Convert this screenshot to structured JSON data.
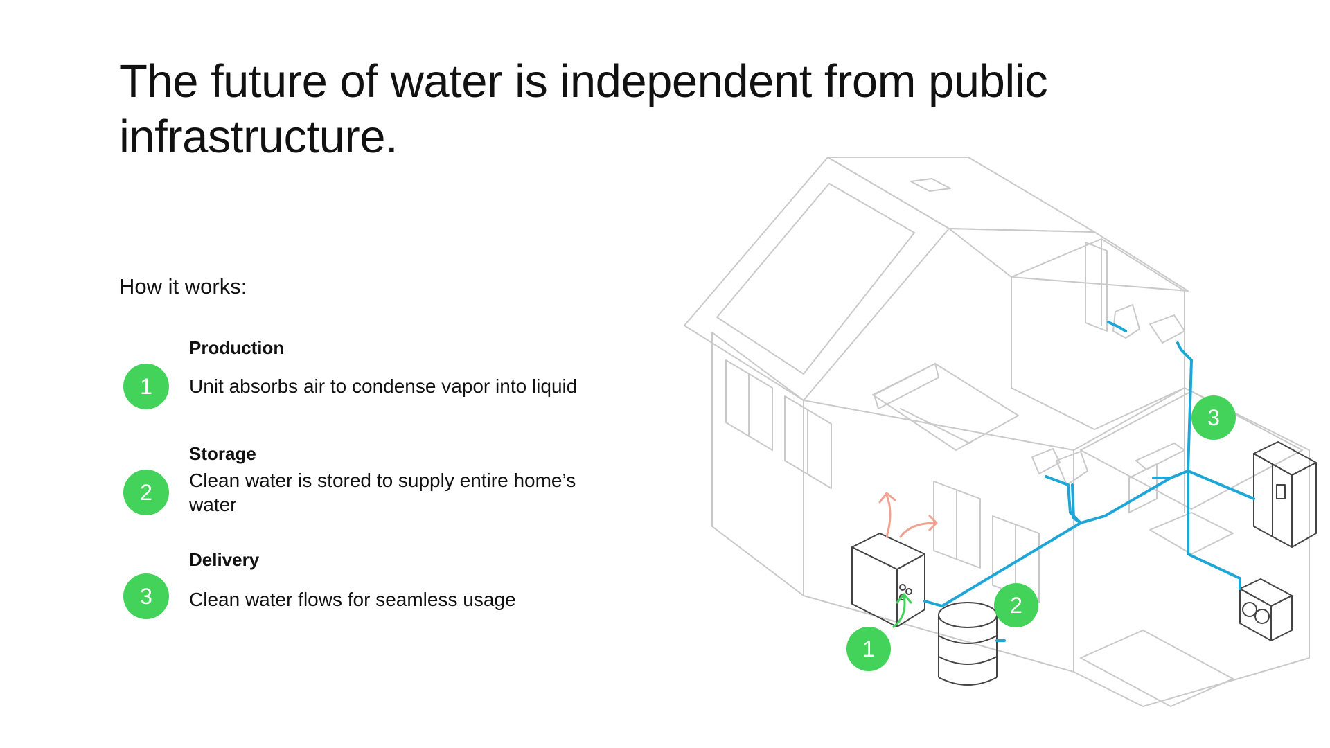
{
  "title": "The future of water is independent from public infrastructure.",
  "how_it_works_label": "How it works:",
  "steps": [
    {
      "number": "1",
      "heading": "Production",
      "text": "Unit absorbs air to condense vapor into liquid"
    },
    {
      "number": "2",
      "heading": "Storage",
      "text": "Clean water is stored to supply entire home’s water"
    },
    {
      "number": "3",
      "heading": "Delivery",
      "text": "Clean water flows for seamless usage"
    }
  ],
  "diagram": {
    "markers": [
      "1",
      "2",
      "3"
    ],
    "colors": {
      "accent_green": "#43d35a",
      "pipe_blue": "#1ea6d6",
      "air_arrow": "#f2a08f",
      "line_gray": "#c9c9c9"
    }
  }
}
